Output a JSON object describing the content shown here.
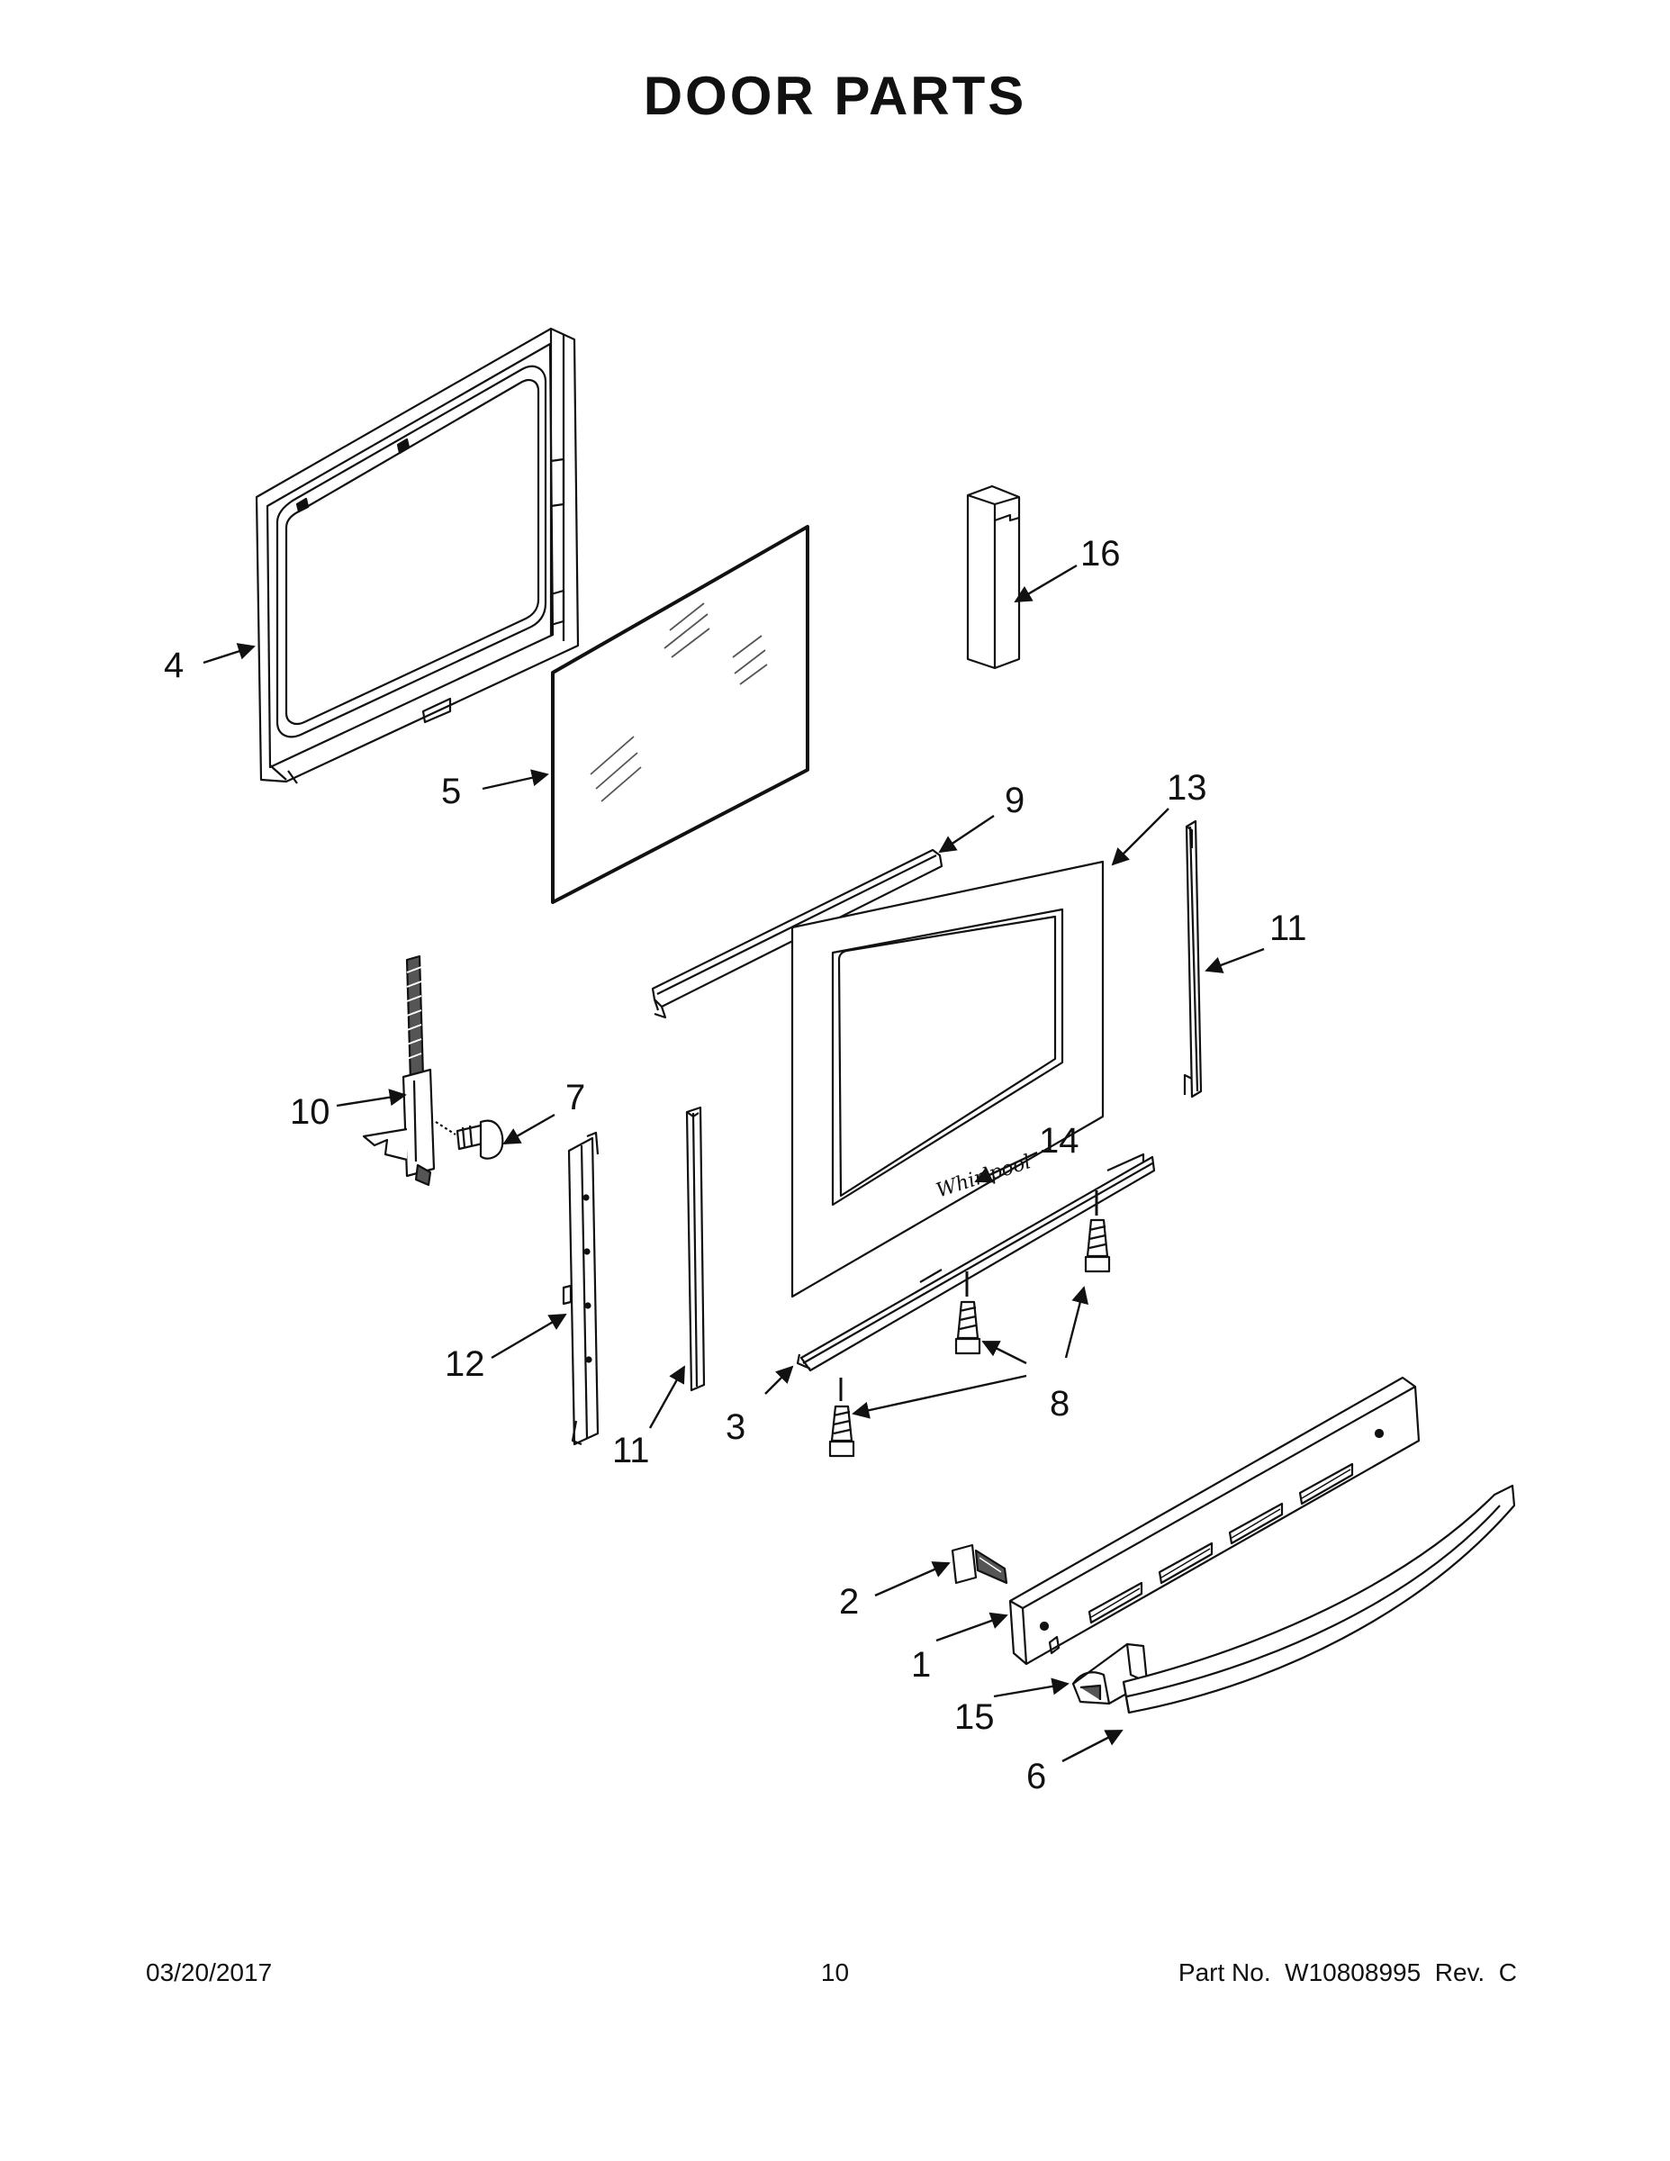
{
  "title": "DOOR PARTS",
  "footer": {
    "date": "03/20/2017",
    "page": "10",
    "part_number": "Part No.  W10808995  Rev.  C"
  },
  "callouts": {
    "c1": "1",
    "c2": "2",
    "c3": "3",
    "c4": "4",
    "c5": "5",
    "c6": "6",
    "c7": "7",
    "c8": "8",
    "c9": "9",
    "c10": "10",
    "c11a": "11",
    "c11b": "11",
    "c12": "12",
    "c13": "13",
    "c14": "14",
    "c15": "15",
    "c16": "16"
  },
  "logo_text": "Whirlpool",
  "colors": {
    "line": "#111111",
    "background": "#ffffff",
    "glass": "#555555"
  }
}
